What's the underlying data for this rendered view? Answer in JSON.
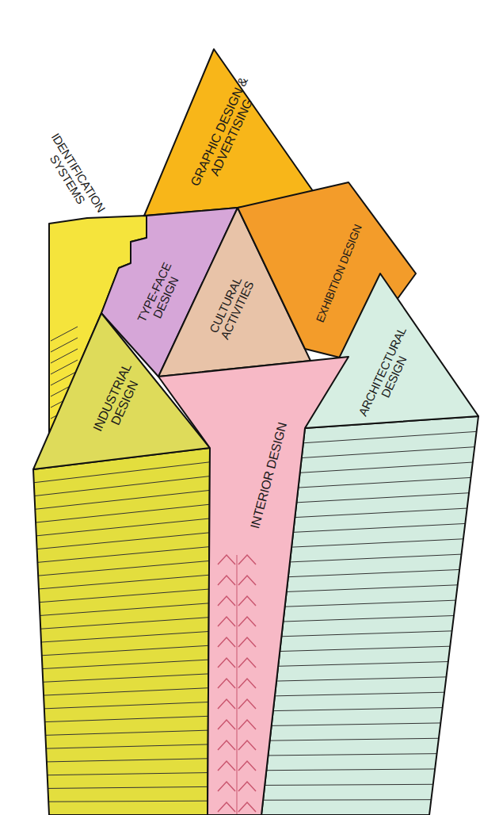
{
  "diagram": {
    "nodes": [
      {
        "text": [
          "GRAPHIC DESIGN & ADVERTISING"
        ]
      },
      {
        "text": [
          "IDENTIFICATION SYSTEMS"
        ]
      },
      {
        "text": [
          "TYPE-FACE DESIGN"
        ]
      },
      {
        "text": [
          "CULTURAL ACTIVITIES"
        ]
      },
      {
        "text": [
          "EXHIBITION DESIGN"
        ]
      },
      {
        "text": [
          "INDUSTRIAL DESIGN"
        ]
      },
      {
        "text": [
          "ARCHITECTURAL DESIGN"
        ]
      },
      {
        "text": [
          "INTERIOR DESIGN"
        ]
      }
    ]
  }
}
